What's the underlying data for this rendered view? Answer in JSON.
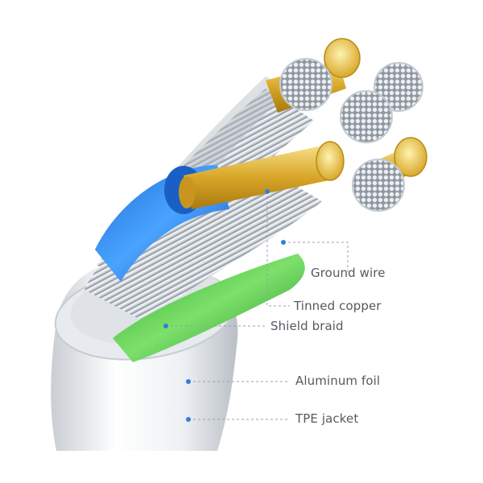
{
  "labels": {
    "ground_wire": "Ground wire",
    "tinned_copper": "Tinned copper",
    "shield_braid": "Shield braid",
    "aluminum_foil": "Aluminum foil",
    "tpe_jacket": "TPE jacket"
  },
  "colors": {
    "accent_dot": "#2e7fe0",
    "leader_line": "#9aa0a6",
    "label_text": "#555a60",
    "gold_conductor": "#e0b33a",
    "blue_insulation": "#2a86e8",
    "green_insulation": "#3fbf3a",
    "silver_strands": "#c9ced4",
    "jacket_white": "#eef1f4"
  },
  "icons": [
    "callout-dot",
    "leader-line"
  ]
}
